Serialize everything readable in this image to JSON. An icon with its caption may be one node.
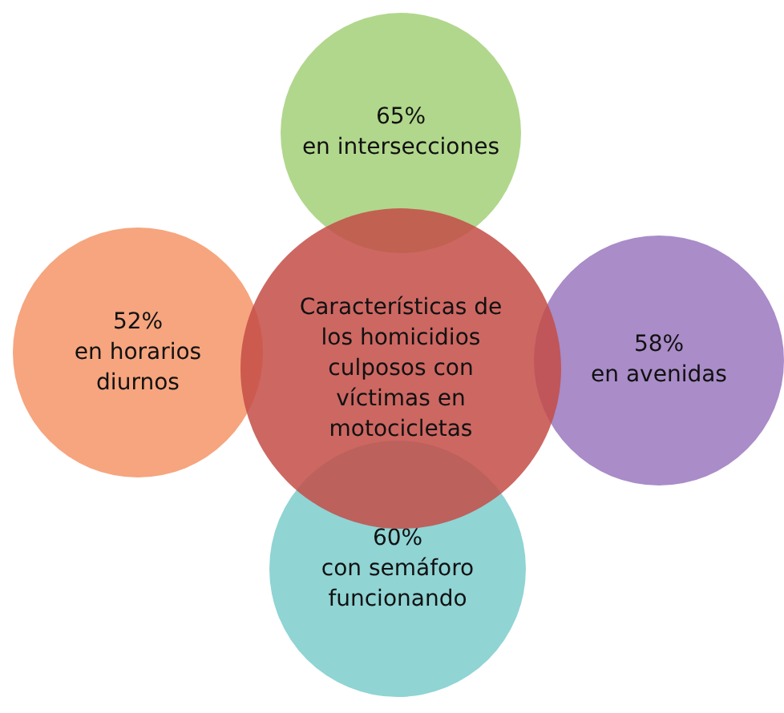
{
  "diagram": {
    "nodes": [
      {
        "text": [
          "65%",
          "en intersecciones"
        ]
      },
      {
        "text": [
          "52%",
          "en horarios diurnos"
        ]
      },
      {
        "text": [
          "Características de los homicidios culposos con víctimas en motocicletas"
        ]
      },
      {
        "text": [
          "58%",
          "en avenidas"
        ]
      },
      {
        "text": [
          "60%",
          "con semáforo funcionando"
        ]
      }
    ]
  }
}
